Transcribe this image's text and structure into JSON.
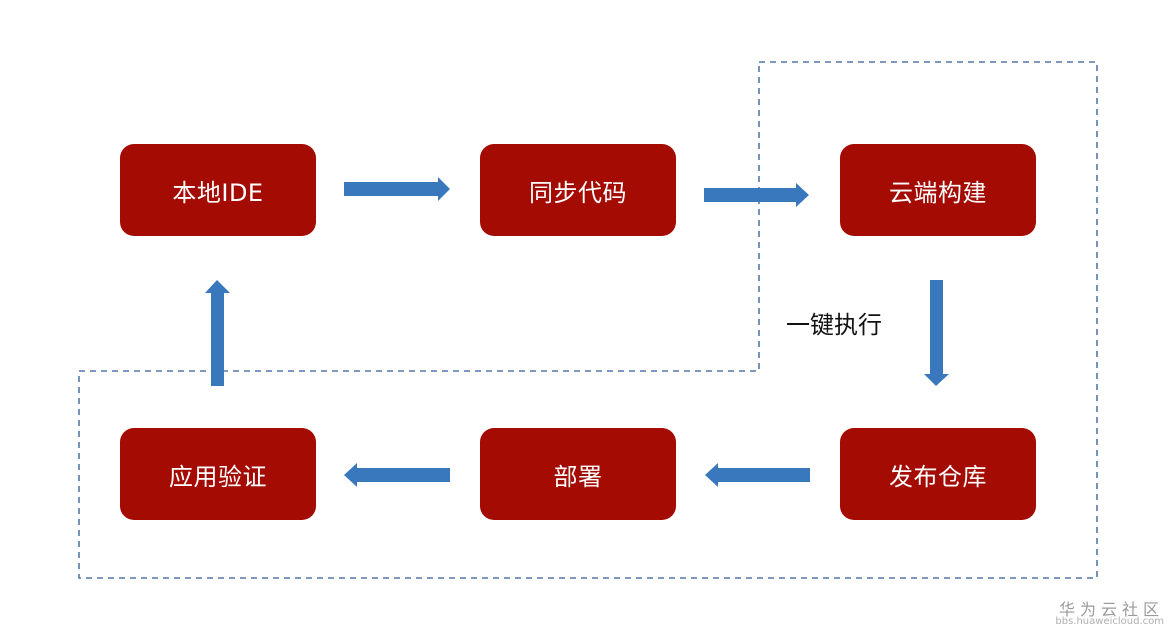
{
  "colors": {
    "node_fill": "#a30b03",
    "arrow": "#3a78bd",
    "dashed_border": "#5577aa"
  },
  "nodes": {
    "local_ide": "本地IDE",
    "sync_code": "同步代码",
    "cloud_build": "云端构建",
    "publish_repo": "发布仓库",
    "deploy": "部署",
    "app_verify": "应用验证"
  },
  "annotation": "一键执行",
  "watermark": {
    "title": "华为云社区",
    "url": "bbs.huaweicloud.com"
  }
}
